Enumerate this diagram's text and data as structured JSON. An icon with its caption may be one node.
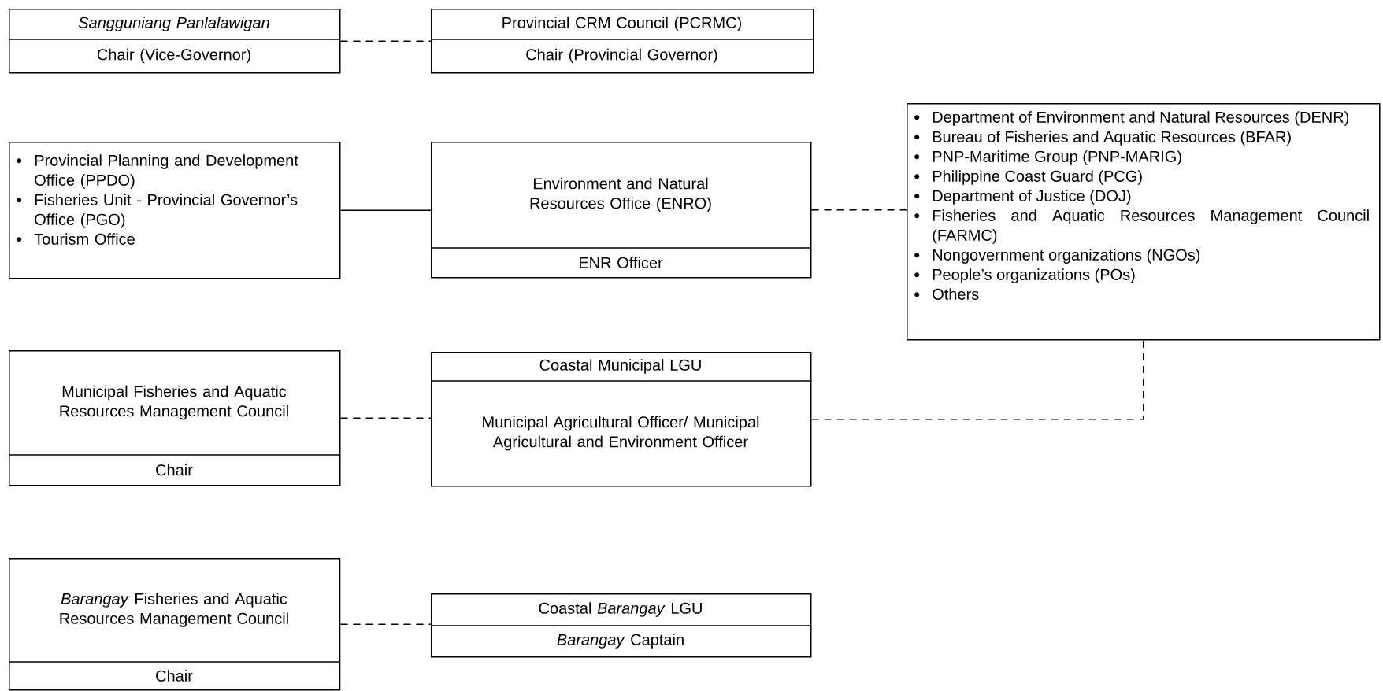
{
  "diagram": {
    "nodes": [
      {
        "text": [
          "Sangguniang Panlalawigan",
          "Chair (Vice-Governor)"
        ]
      },
      {
        "text": [
          "Provincial CRM Council (PCRMC)",
          "Chair (Provincial Governor)"
        ]
      },
      {
        "text": [
          "Provincial Planning and Development Office (PPDO)",
          "Fisheries Unit - Provincial Governor’s Office (PGO)",
          "Tourism Office"
        ]
      },
      {
        "text": [
          "Environment and Natural Resources Office (ENRO)",
          "ENR Officer"
        ]
      },
      {
        "text": [
          "Department of Environment and Natural Resources (DENR)",
          "Bureau of Fisheries and Aquatic Resources (BFAR)",
          "PNP-Maritime Group (PNP-MARIG)",
          "Philippine Coast Guard (PCG)",
          "Department of Justice (DOJ)",
          "Fisheries and Aquatic Resources Management Council (FARMC)",
          "Nongovernment organizations (NGOs)",
          "People’s organizations (POs)",
          "Others"
        ]
      },
      {
        "text": [
          "Municipal Fisheries and Aquatic Resources Management Council",
          "Chair"
        ]
      },
      {
        "text": [
          "Coastal Municipal LGU",
          "Municipal Agricultural Officer/ Municipal Agricultural and Environment Officer"
        ]
      },
      {
        "text": [
          "*Barangay* Fisheries and Aquatic Resources Management Council",
          "Chair"
        ]
      },
      {
        "text": [
          "Coastal *Barangay* LGU",
          "*Barangay* Captain"
        ]
      }
    ],
    "edges": [
      {
        "from": 0,
        "to": 1,
        "arrow": "none",
        "style": "dashed"
      },
      {
        "from": 2,
        "to": 3,
        "arrow": "none"
      },
      {
        "from": 3,
        "to": 4,
        "arrow": "none",
        "style": "dashed"
      },
      {
        "from": 5,
        "to": 6,
        "arrow": "none",
        "style": "dashed"
      },
      {
        "from": 6,
        "to": 4,
        "arrow": "none",
        "style": "dashed"
      },
      {
        "from": 7,
        "to": 8,
        "arrow": "none",
        "style": "dashed"
      }
    ]
  }
}
